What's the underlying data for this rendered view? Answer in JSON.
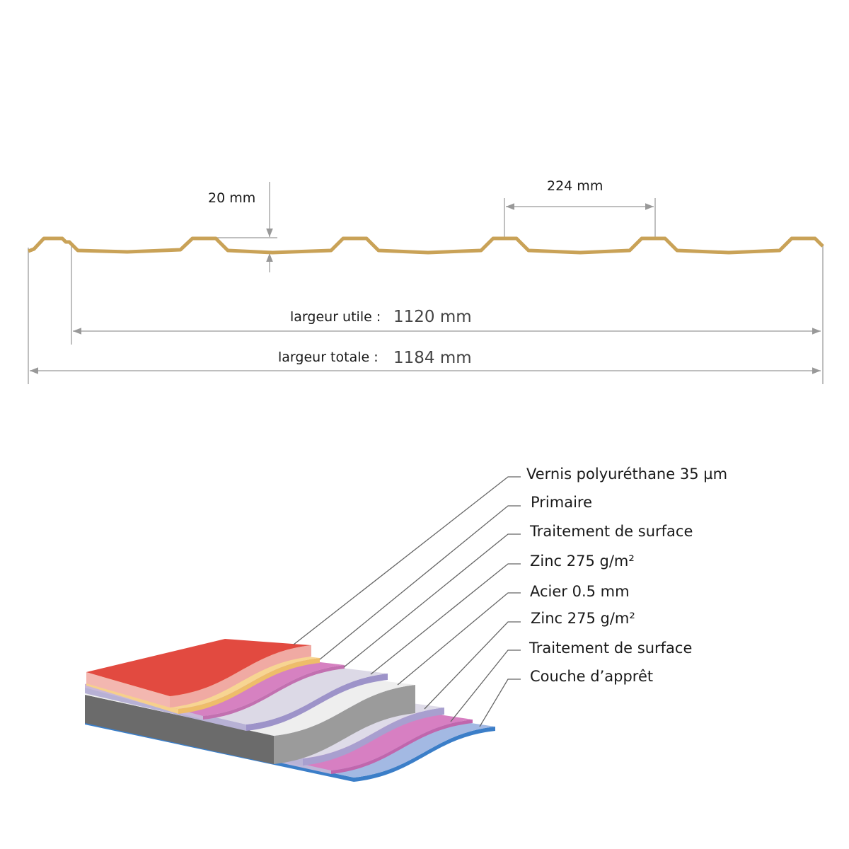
{
  "profile": {
    "height_label": "20 mm",
    "pitch_label": "224 mm",
    "useful_width_label": "largeur utile :",
    "useful_width_value": "1120 mm",
    "total_width_label": "largeur totale :",
    "total_width_value": "1184 mm",
    "profile_color": "#c9a257"
  },
  "layers": [
    {
      "label": "Vernis polyuréthane 35 µm"
    },
    {
      "label": "Primaire"
    },
    {
      "label": "Traitement de surface"
    },
    {
      "label": "Zinc 275 g/m²"
    },
    {
      "label": "Acier 0.5 mm"
    },
    {
      "label": "Zinc 275 g/m²"
    },
    {
      "label": "Traitement de surface"
    },
    {
      "label": "Couche d’apprêt"
    }
  ]
}
